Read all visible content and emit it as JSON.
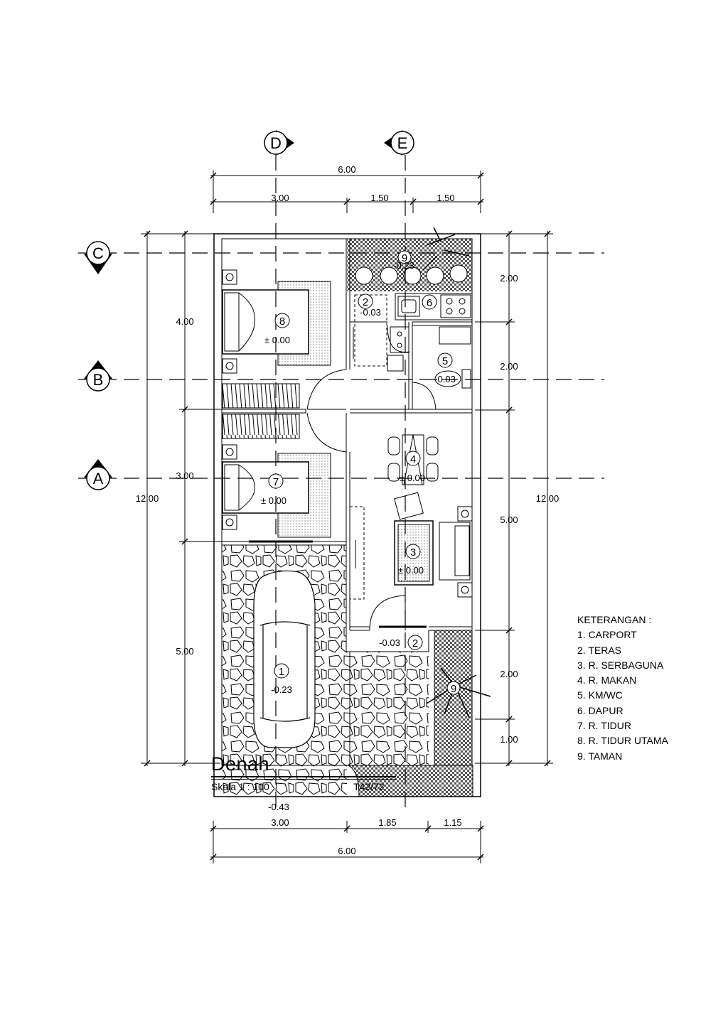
{
  "grid_labels": {
    "D": "D",
    "E": "E",
    "C": "C",
    "B": "B",
    "A": "A"
  },
  "dims_top": {
    "total": "6.00",
    "a": "3.00",
    "b": "1.50",
    "c": "1.50"
  },
  "dims_bottom": {
    "a": "3.00",
    "b": "1.85",
    "c": "1.15",
    "total": "6.00"
  },
  "dims_left": {
    "upper": "4.00",
    "middle": "3.00",
    "lower": "5.00",
    "total": "12.00"
  },
  "dims_right": {
    "r1": "2.00",
    "r2": "2.00",
    "r3": "5.00",
    "r4": "2.00",
    "r5": "1.00",
    "total": "12.00"
  },
  "rooms": {
    "r8": {
      "num": "8",
      "level": "± 0.00"
    },
    "r7": {
      "num": "7",
      "level": "± 0.00"
    },
    "r4": {
      "num": "4",
      "level": "± 0.00"
    },
    "r3": {
      "num": "3",
      "level": "± 0.00"
    },
    "r5": {
      "num": "5",
      "level": "-0.03"
    },
    "r6": {
      "num": "6"
    },
    "r2_top": {
      "num": "2",
      "level": "-0.03"
    },
    "r2_bottom": {
      "num": "2",
      "level": "-0.03"
    },
    "r1": {
      "num": "1",
      "level": "-0.23"
    },
    "r9_top": {
      "num": "9",
      "level": "-0.23"
    },
    "r9_bottom": {
      "num": "9"
    },
    "outside_level": "-0.43"
  },
  "legend": {
    "title": "KETERANGAN :",
    "items": [
      "1. CARPORT",
      "2. TERAS",
      "3. R. SERBAGUNA",
      "4. R. MAKAN",
      "5. KM/WC",
      "6. DAPUR",
      "7. R. TIDUR",
      "8. R. TIDUR UTAMA",
      "9. TAMAN"
    ]
  },
  "title_block": {
    "title": "Denah",
    "scale": "Skala  1  :  100",
    "code": "T42/72"
  }
}
